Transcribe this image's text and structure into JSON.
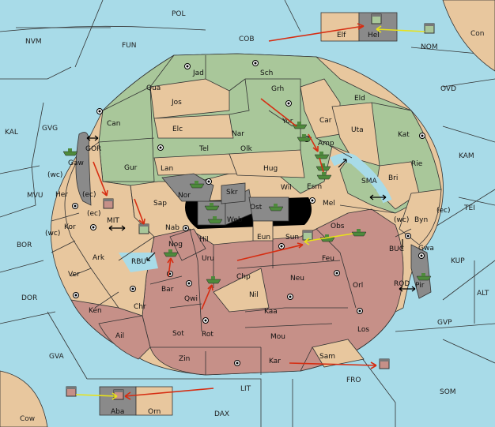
{
  "colors": {
    "sea": "#a8dbe8",
    "land_neutral": "#e8c79e",
    "land_green": "#a9c79a",
    "land_red": "#c69088",
    "impassable": "#8a8a8a",
    "unit_box": "#777777",
    "fleet": "#4e8a3c",
    "order_arrow": "#d62d12",
    "support_arrow": "#e8e21a"
  },
  "seas": [
    "POL",
    "NVM",
    "FUN",
    "COB",
    "Con",
    "NOM",
    "OVD",
    "KAL",
    "GVG",
    "KAM",
    "TEI",
    "MVU",
    "BOR",
    "DOR",
    "ALT",
    "KUP",
    "GVP",
    "GVA",
    "FRO",
    "SOM",
    "LIT",
    "DAX",
    "Cow"
  ],
  "coastal_labels": [
    "GOR",
    "MIT",
    "RBU",
    "SMA",
    "BUC",
    "ROD",
    "(wc)",
    "(ec)"
  ],
  "provinces": {
    "green": [
      "Jad",
      "Sch",
      "Qua",
      "Jos",
      "Grh",
      "Can",
      "Elc",
      "Nar",
      "Yor",
      "Car",
      "Eld",
      "Uta",
      "Kat",
      "Tel",
      "Olk",
      "Amp",
      "Gur",
      "Lan",
      "Hug",
      "Esm",
      "Rie",
      "Bri"
    ],
    "neutral": [
      "Gaw",
      "Her",
      "Kor",
      "Ark",
      "Ver",
      "Sap",
      "Nab",
      "Hil",
      "Mel",
      "Byn",
      "Gwa",
      "Elf",
      "Hel",
      "Orn"
    ],
    "red": [
      "Nog",
      "Uru",
      "Feu",
      "Obs",
      "Sun",
      "Eun",
      "Bar",
      "Qwi",
      "Chp",
      "Neu",
      "Nil",
      "Orl",
      "Ken",
      "Chr",
      "Kaa",
      "Los",
      "Ail",
      "Sot",
      "Rot",
      "Mou",
      "Zin",
      "Kar",
      "Sam",
      "Aba"
    ],
    "impassable": [
      "Nor",
      "Skr",
      "Ost",
      "Web",
      "Wil",
      "Pir"
    ]
  }
}
